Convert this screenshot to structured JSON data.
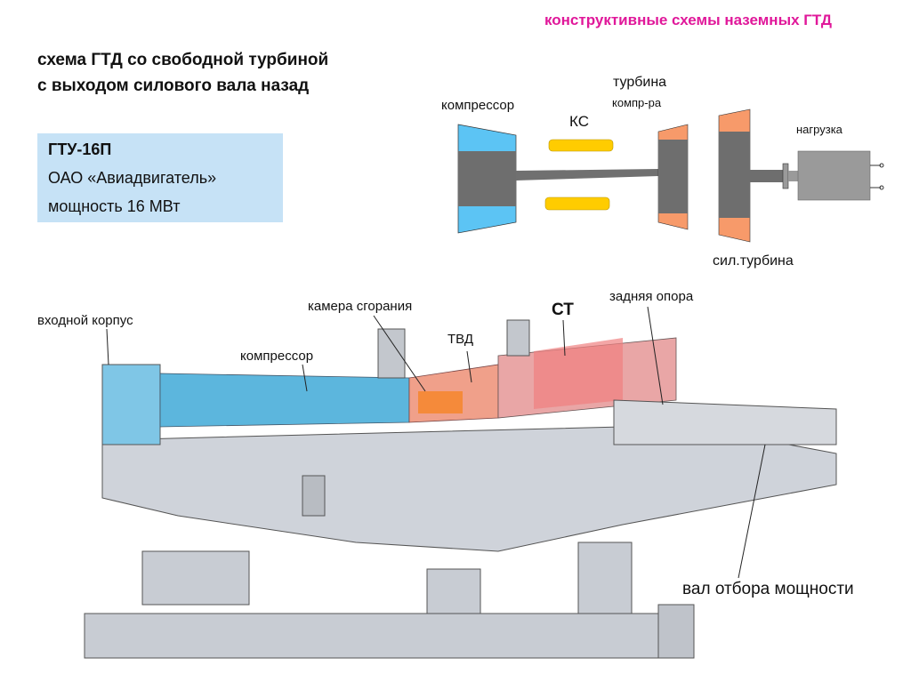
{
  "header": "конструктивные схемы наземных ГТД",
  "title": [
    "схема ГТД со свободной турбиной",
    "с выходом силового вала назад"
  ],
  "info": {
    "model": "ГТУ-16П",
    "maker": "ОАО «Авиадвигатель»",
    "power": "мощность 16 МВт"
  },
  "scheme": {
    "compressor": "компрессор",
    "ks": "КС",
    "turbine1": "турбина",
    "turbine2": "компр-ра",
    "load": "нагрузка",
    "power_turbine": "сил.турбина"
  },
  "engine": {
    "inlet": "входной корпус",
    "combustor": "камера сгорания",
    "compressor": "компрессор",
    "tvd": "ТВД",
    "st": "СТ",
    "rear_support": "задняя опора",
    "shaft": "вал отбора мощности"
  },
  "colors": {
    "header": "#e0189a",
    "compressor": "#5cc4f4",
    "turbine": "#f79a6a",
    "combustor": "#ffcc00",
    "core": "#6e6e6e"
  }
}
